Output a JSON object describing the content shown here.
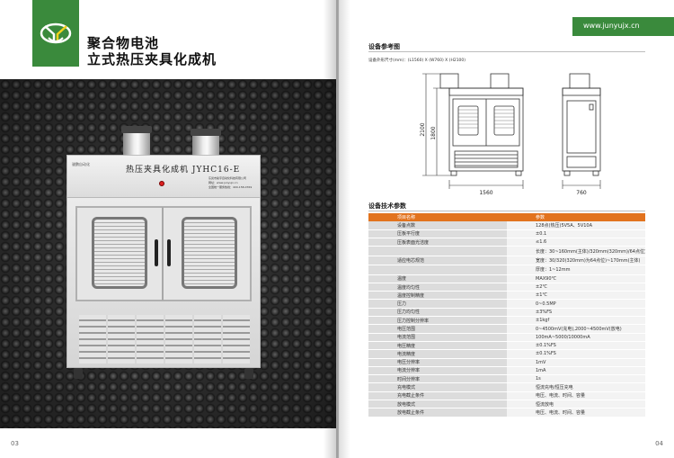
{
  "left_page": {
    "title_line1": "聚合物电池",
    "title_line2": "立式热压夹具化成机",
    "page_number": "03",
    "machine": {
      "brand_text": "骏鹏自动化",
      "nameplate": "热压夹具化成机 JYHC16-E",
      "info_lines": [
        "东莞市骏宇自动化科技有限公司",
        "网址：www.junyujx.cn",
        "全国统一服务热线：400-158-0769"
      ]
    }
  },
  "right_page": {
    "website": "www.junyujx.cn",
    "page_number": "04",
    "drawing_section": {
      "title": "设备参考图",
      "dimension_note": "设备外形尺寸(mm)：(L1560) X (W760) X (H2100)",
      "dim_height_total": "2100",
      "dim_height_body": "1800",
      "dim_width_front": "1560",
      "dim_width_side": "760"
    },
    "spec_section": {
      "title": "设备技术参数",
      "headers": [
        "项目名称",
        "参数"
      ],
      "rows": [
        {
          "name": "设备点数",
          "value": "128点(热压)5V5A、5V10A"
        },
        {
          "name": "压板平行度",
          "value": "±0.1"
        },
        {
          "name": "压板表面光洁度",
          "value": "≤1.6"
        },
        {
          "name": "",
          "value": "长度：30~160mm(主体)/320mm(320mm)/64点位)"
        },
        {
          "name": "适应电芯规范",
          "value": "宽度：30/320(320mm)为64点位)~170mm(主体)"
        },
        {
          "name": "",
          "value": "厚度：1~12mm"
        },
        {
          "name": "温度",
          "value": "MAX90℃"
        },
        {
          "name": "温度均匀性",
          "value": "±2℃"
        },
        {
          "name": "温度控制精度",
          "value": "±1℃"
        },
        {
          "name": "压力",
          "value": "0~0.5MP"
        },
        {
          "name": "压力均匀性",
          "value": "±3%FS"
        },
        {
          "name": "压力控制分辨率",
          "value": "±1kgf"
        },
        {
          "name": "电压范围",
          "value": "0~4500mV(充电),2000~4500mV(放电)"
        },
        {
          "name": "电流范围",
          "value": "100mA~5000/10000mA"
        },
        {
          "name": "电压精度",
          "value": "±0.1%FS"
        },
        {
          "name": "电流精度",
          "value": "±0.1%FS"
        },
        {
          "name": "电压分辨率",
          "value": "1mV"
        },
        {
          "name": "电流分辨率",
          "value": "1mA"
        },
        {
          "name": "时间分辨率",
          "value": "1s"
        },
        {
          "name": "充电模式",
          "value": "恒流充电/恒压充电"
        },
        {
          "name": "充电截止条件",
          "value": "电压、电流、时间、容量"
        },
        {
          "name": "放电模式",
          "value": "恒流放电"
        },
        {
          "name": "放电截止条件",
          "value": "电压、电流、时间、容量"
        }
      ]
    }
  },
  "colors": {
    "brand_green": "#3a8a3c",
    "table_header_orange": "#e2731e"
  }
}
